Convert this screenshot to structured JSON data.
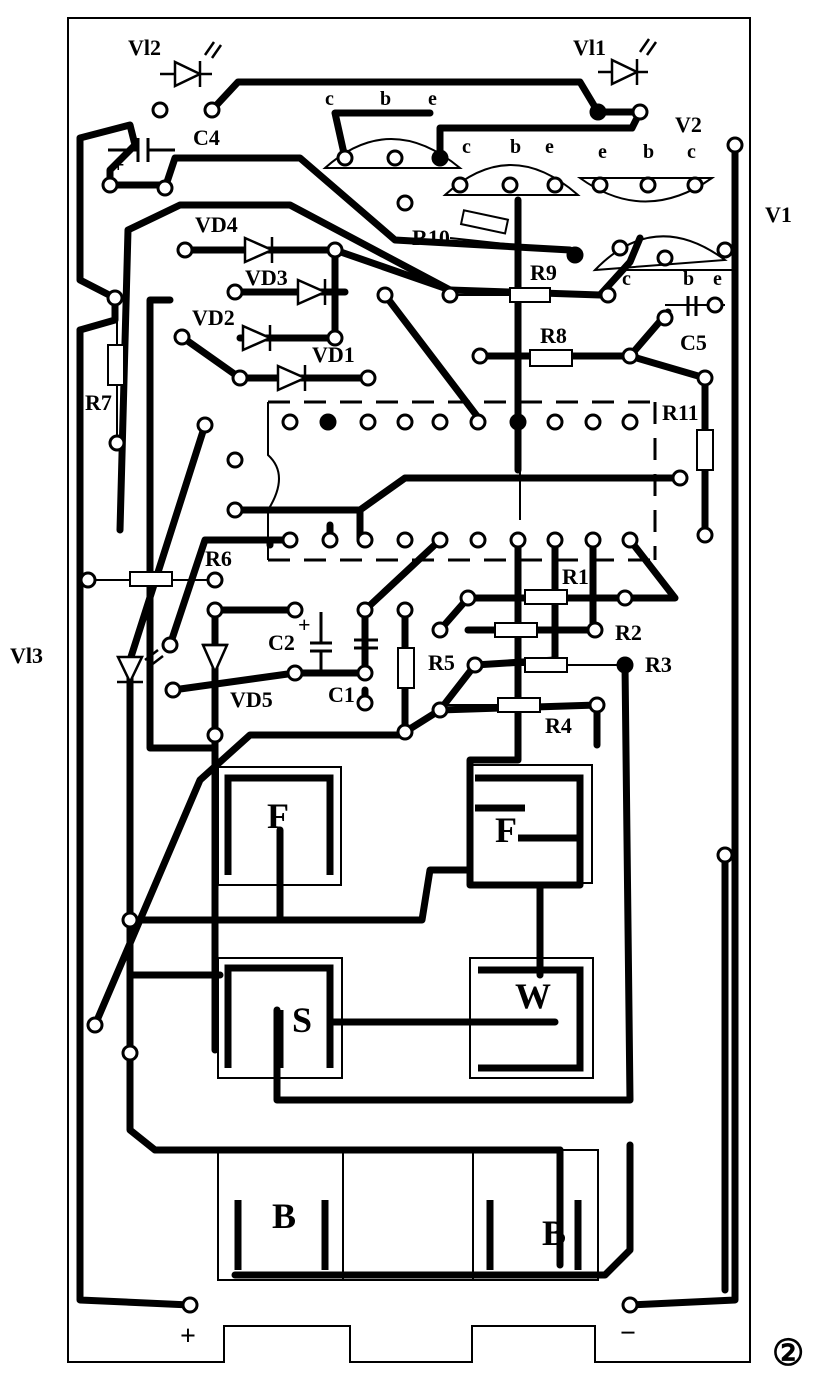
{
  "labels": {
    "vl2": "Vl2",
    "vl1": "Vl1",
    "vl3": "Vl3",
    "v2": "V2",
    "v1": "V1",
    "c4": "C4",
    "c5": "C5",
    "c2": "C2",
    "c1": "C1",
    "r10": "R10",
    "r9": "R9",
    "r8": "R8",
    "r7": "R7",
    "r6": "R6",
    "r11": "R11",
    "r1": "R1",
    "r2": "R2",
    "r3": "R3",
    "r4": "R4",
    "r5": "R5",
    "vd1": "VD1",
    "vd2": "VD2",
    "vd3": "VD3",
    "vd4": "VD4",
    "vd5": "VD5",
    "pin_c_1": "c",
    "pin_b_1": "b",
    "pin_e_1": "e",
    "pin_c_2": "c",
    "pin_b_2": "b",
    "pin_e_2": "e",
    "pin_e_3": "e",
    "pin_b_3": "b",
    "pin_c_3": "c",
    "pin_c_4": "c",
    "pin_b_4": "b",
    "pin_e_4": "e",
    "pad_f_left": "F",
    "pad_f_right": "F",
    "pad_s": "S",
    "pad_w": "W",
    "pad_b_left": "B",
    "pad_b_right": "B",
    "plus_c4": "+",
    "plus_c2": "+",
    "terminal_plus": "+",
    "terminal_minus": "−",
    "figure_number": "②"
  },
  "colors": {
    "ink": "#000000",
    "paper": "#ffffff"
  }
}
